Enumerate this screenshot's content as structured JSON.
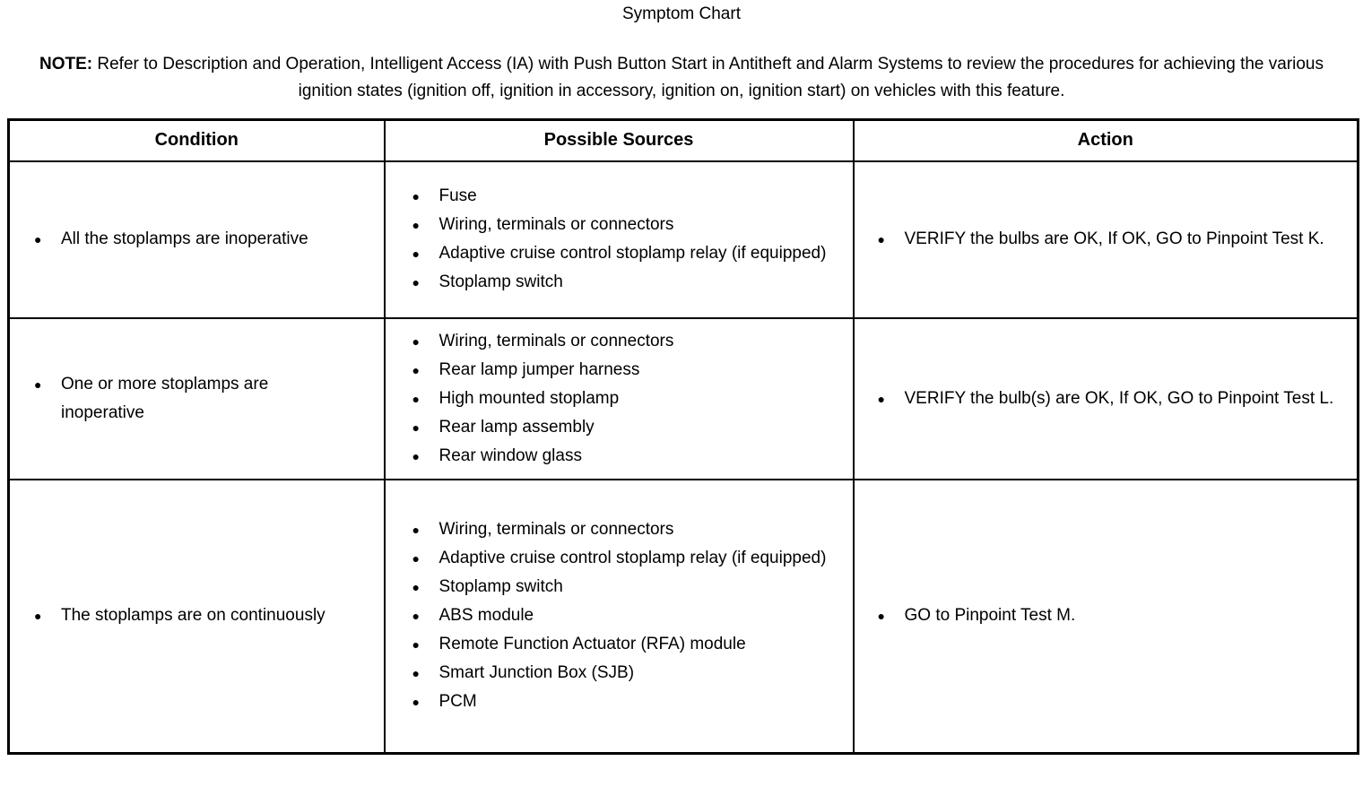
{
  "page": {
    "title": "Symptom Chart",
    "note_label": "NOTE:",
    "note_text": "Refer to Description and Operation, Intelligent Access (IA) with Push Button Start in Antitheft and Alarm Systems to review the procedures for achieving the various ignition states (ignition off, ignition in accessory, ignition on, ignition start) on vehicles with this feature."
  },
  "table": {
    "headers": [
      "Condition",
      "Possible Sources",
      "Action"
    ],
    "rows": [
      {
        "condition": [
          "All the stoplamps are inoperative"
        ],
        "sources": [
          "Fuse",
          "Wiring, terminals or connectors",
          "Adaptive cruise control stoplamp relay (if equipped)",
          "Stoplamp switch"
        ],
        "action": [
          "VERIFY the bulbs are OK, If OK, GO to Pinpoint Test K."
        ]
      },
      {
        "condition": [
          "One or more stoplamps are inoperative"
        ],
        "sources": [
          "Wiring, terminals or connectors",
          "Rear lamp jumper harness",
          "High mounted stoplamp",
          "Rear lamp assembly",
          "Rear window glass"
        ],
        "action": [
          "VERIFY the bulb(s) are OK, If OK, GO to Pinpoint Test L."
        ]
      },
      {
        "condition": [
          "The stoplamps are on continuously"
        ],
        "sources": [
          "Wiring, terminals or connectors",
          "Adaptive cruise control stoplamp relay (if equipped)",
          "Stoplamp switch",
          "ABS module",
          "Remote Function Actuator (RFA) module",
          "Smart Junction Box (SJB)",
          "PCM"
        ],
        "action": [
          "GO to Pinpoint Test M."
        ]
      }
    ]
  }
}
